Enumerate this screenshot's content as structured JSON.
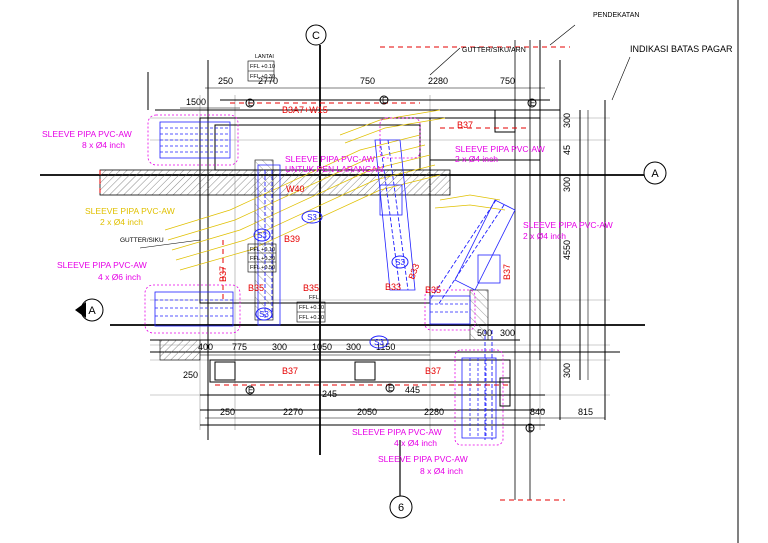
{
  "colors": {
    "magenta": "#e600e6",
    "red": "#e60000",
    "blue": "#2020ff",
    "yellow": "#e0c000",
    "black": "#000000",
    "hatch": "#777777",
    "grey": "#9a9a9a"
  },
  "header": {
    "top_right_label": "PENDEKATAN",
    "fence_label": "INDIKASI BATAS PAGAR",
    "gutter_top_label": "GUTTER/SIKU/ARN"
  },
  "grid_bubbles": {
    "top": "C",
    "right": "A",
    "left": "A",
    "bottom": "6"
  },
  "top_dims": [
    "250",
    "2770",
    "750",
    "2280",
    "750"
  ],
  "left_dim": "1500",
  "right_dims": [
    "300",
    "45",
    "300",
    "4550",
    "300"
  ],
  "bottom_dims_row1": [
    "400",
    "775",
    "300",
    "1050",
    "300",
    "1150"
  ],
  "bottom_dims_row2": [
    "250",
    "2270",
    "2050",
    "2280",
    "840",
    "815"
  ],
  "bottom_misc": [
    "250",
    "245",
    "445",
    "500",
    "300"
  ],
  "beams": [
    "B3A7+W15",
    "B37",
    "B39",
    "B35",
    "B35",
    "B37",
    "B37",
    "B37",
    "B33",
    "B33",
    "B35",
    "B37",
    "W40"
  ],
  "sleeves": [
    {
      "title": "SLEEVE PIPA PVC-AW",
      "detail": "8 x Ø4 inch"
    },
    {
      "title": "SLEEVE PIPA PVC-AW",
      "detail": "UNTUK PEN LARANGAN"
    },
    {
      "title": "SLEEVE PIPA PVC-AW",
      "detail": "2 x Ø4 inch"
    },
    {
      "title": "SLEEVE PIPA PVC-AW",
      "detail": "2 x Ø4 inch"
    },
    {
      "title": "SLEEVE PIPA PVC-AW",
      "detail": "2 x Ø4 inch"
    },
    {
      "title": "SLEEVE PIPA PVC-AW",
      "detail": "4 x Ø6 inch"
    },
    {
      "title": "SLEEVE PIPA PVC-AW",
      "detail": "4 x Ø4 inch"
    },
    {
      "title": "SLEEVE PIPA PVC-AW",
      "detail": "8 x Ø4 inch"
    }
  ],
  "slab_tags": [
    "S3",
    "S3",
    "S3",
    "S3",
    "S3"
  ],
  "markers": [
    "E",
    "E",
    "E",
    "E",
    "E",
    "E"
  ],
  "legend_blocks": [
    {
      "title": "LANTAI",
      "rows": [
        "FFL +0.10",
        "FFL +0.30"
      ]
    },
    {
      "title": "",
      "rows": [
        "FFL +0.10",
        "FFL +0.30",
        "FFL +0.50"
      ]
    },
    {
      "title": "FFL",
      "rows": [
        "FFL +0.10",
        "FFL +0.30"
      ]
    }
  ],
  "small_labels": [
    "GUTTER/SIKU"
  ]
}
